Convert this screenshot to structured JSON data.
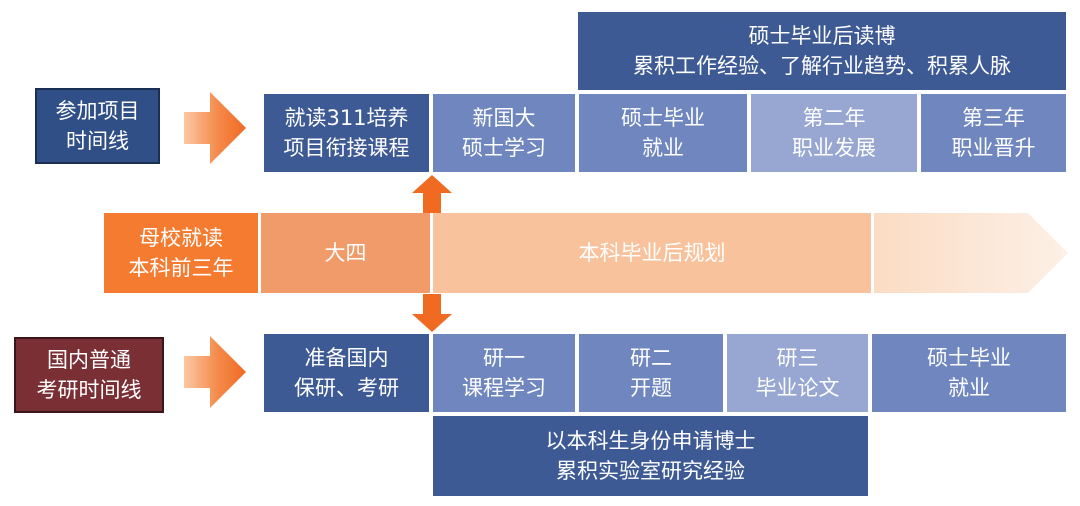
{
  "top_track": {
    "label": [
      "参加项目",
      "时间线"
    ],
    "banner": [
      "硕士毕业后读博",
      "累积工作经验、了解行业趋势、积累人脉"
    ],
    "steps": [
      [
        "就读311培养",
        "项目衔接课程"
      ],
      [
        "新国大",
        "硕士学习"
      ],
      [
        "硕士毕业",
        "就业"
      ],
      [
        "第二年",
        "职业发展"
      ],
      [
        "第三年",
        "职业晋升"
      ]
    ]
  },
  "middle_track": {
    "start": [
      "母校就读",
      "本科前三年"
    ],
    "senior": "大四",
    "plan": "本科毕业后规划"
  },
  "bottom_track": {
    "label": [
      "国内普通",
      "考研时间线"
    ],
    "steps": [
      [
        "准备国内",
        "保研、考研"
      ],
      [
        "研一",
        "课程学习"
      ],
      [
        "研二",
        "开题"
      ],
      [
        "研三",
        "毕业论文"
      ],
      [
        "硕士毕业",
        "就业"
      ]
    ],
    "banner": [
      "以本科生身份申请博士",
      "累积实验室研究经验"
    ]
  },
  "colors": {
    "dark_blue": "#3d5a94",
    "mid_blue": "#6f86be",
    "light_blue": "#97a7d2",
    "orange": "#f57b31",
    "label_red": "#7a2f35"
  }
}
